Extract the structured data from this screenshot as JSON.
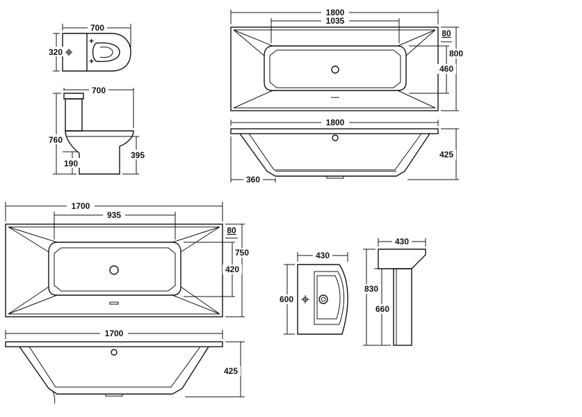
{
  "toilet_plan": {
    "width": "700",
    "depth": "320"
  },
  "toilet_side": {
    "width": "700",
    "height": "760",
    "pan_height": "395",
    "outlet": "190"
  },
  "bath_1800_plan": {
    "length": "1800",
    "inner": "1035",
    "rim": "80",
    "width": "800",
    "inner_width": "460"
  },
  "bath_1800_side": {
    "length": "1800",
    "depth": "425",
    "foot": "360"
  },
  "bath_1700_plan": {
    "length": "1700",
    "inner": "935",
    "rim": "80",
    "width": "750",
    "inner_width": "420"
  },
  "bath_1700_side": {
    "length": "1700",
    "depth": "425"
  },
  "basin_plan": {
    "width": "430",
    "depth": "600"
  },
  "basin_side": {
    "width": "430",
    "height": "830",
    "pedestal": "660"
  }
}
